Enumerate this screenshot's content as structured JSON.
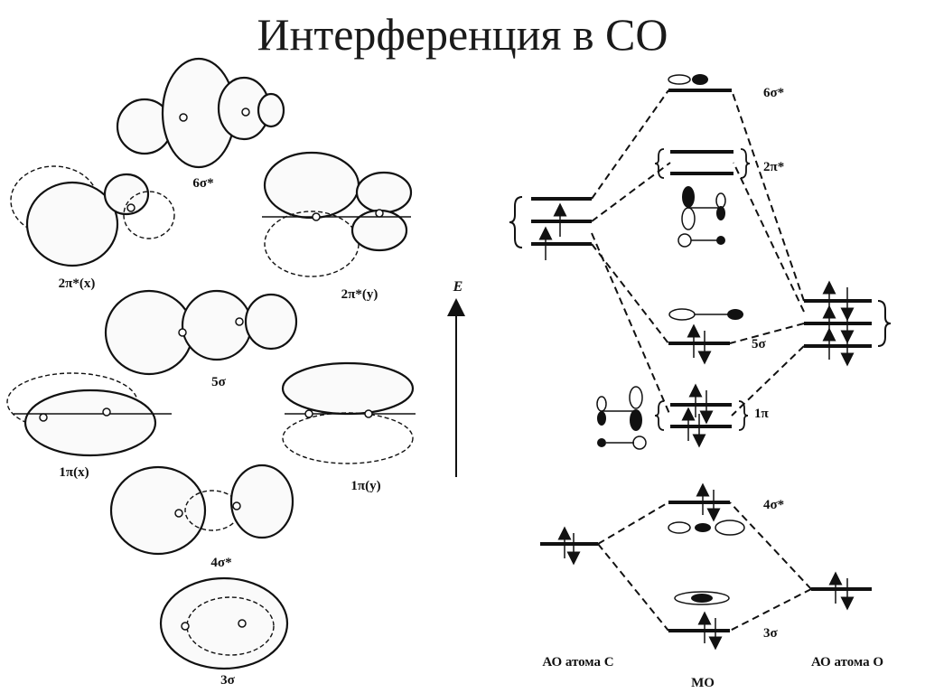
{
  "title": "Интерференция в СО",
  "orbital_labels": {
    "s6": "6σ*",
    "p2x": "2π*(x)",
    "p2y": "2π*(y)",
    "s5": "5σ",
    "p1x": "1π(x)",
    "p1y": "1π(y)",
    "s4": "4σ*",
    "s3": "3σ"
  },
  "axis_label": "E",
  "mo_labels": {
    "s6": "6σ*",
    "p2": "2π*",
    "s5": "5σ",
    "p1": "1π",
    "s4": "4σ*",
    "s3": "3σ"
  },
  "footer_labels": {
    "ao_c": "АО атома С",
    "mo": "МО",
    "ao_o": "АО атома О"
  }
}
